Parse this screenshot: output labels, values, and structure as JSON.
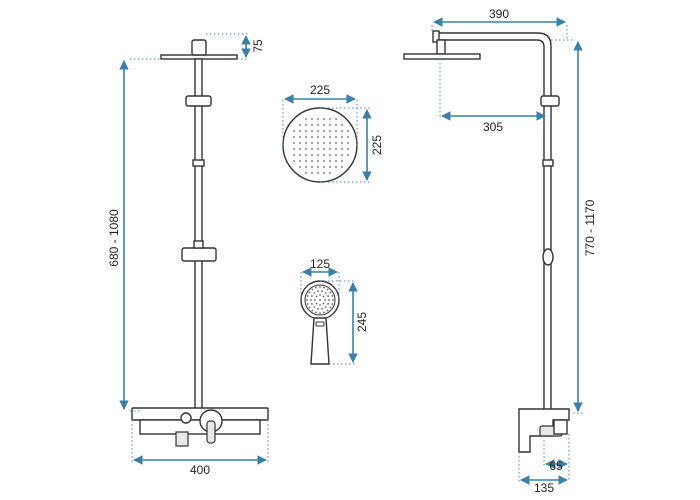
{
  "dimensions": {
    "top_head_thickness": "75",
    "front_height_range": "680 - 1080",
    "base_width": "400",
    "rain_head_width": "225",
    "rain_head_height": "225",
    "hand_shower_width": "125",
    "hand_shower_height": "245",
    "side_total_width": "390",
    "side_arm_reach": "305",
    "side_height_range": "770  -  1170",
    "mixer_depth_small": "65",
    "mixer_depth_total": "135"
  },
  "colors": {
    "dimension_line": "#3d7fa6",
    "part_outline": "#333333"
  }
}
